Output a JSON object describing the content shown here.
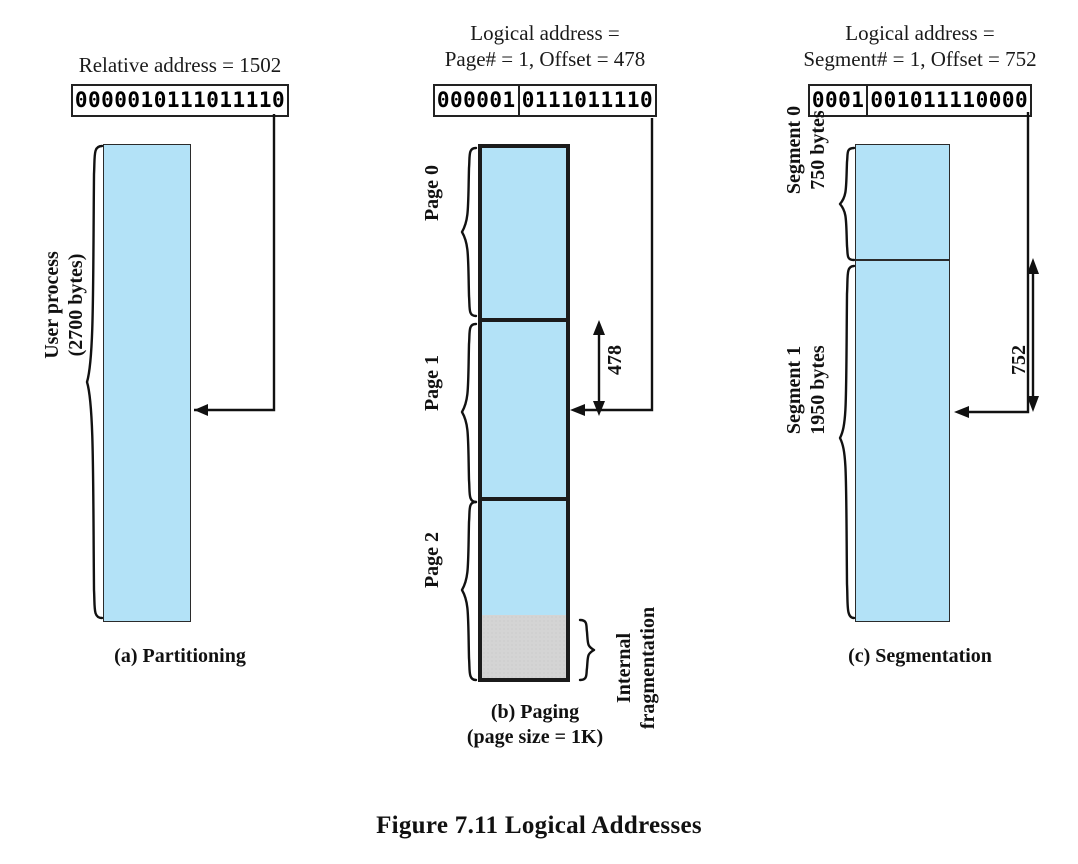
{
  "figure": {
    "caption": "Figure 7.11   Logical Addresses"
  },
  "panels": [
    {
      "id": "partitioning",
      "heading": "Relative address = 1502",
      "address_bits": [
        {
          "text": "0000010111011110",
          "role": "full-address"
        }
      ],
      "brace_label": "User process\n(2700 bytes)",
      "caption": "(a) Partitioning"
    },
    {
      "id": "paging",
      "heading": "Logical address =\nPage# = 1, Offset = 478",
      "address_bits": [
        {
          "text": "000001",
          "role": "page-number"
        },
        {
          "text": "0111011110",
          "role": "offset"
        }
      ],
      "block_labels": [
        "Page 0",
        "Page 1",
        "Page 2"
      ],
      "offset_label": "478",
      "fragmentation_label": "Internal\nfragmentation",
      "caption": "(b) Paging\n(page size = 1K)"
    },
    {
      "id": "segmentation",
      "heading": "Logical address =\nSegment# = 1, Offset = 752",
      "address_bits": [
        {
          "text": "0001",
          "role": "segment-number"
        },
        {
          "text": "001011110000",
          "role": "offset"
        }
      ],
      "block_labels": [
        "Segment 0\n750 bytes",
        "Segment 1\n1950 bytes"
      ],
      "offset_label": "752",
      "caption": "(c) Segmentation"
    }
  ],
  "colors": {
    "memory_fill": "#b3e2f7",
    "fragmentation_fill": "#d4d4d4",
    "outline": "#1b1b1b"
  }
}
